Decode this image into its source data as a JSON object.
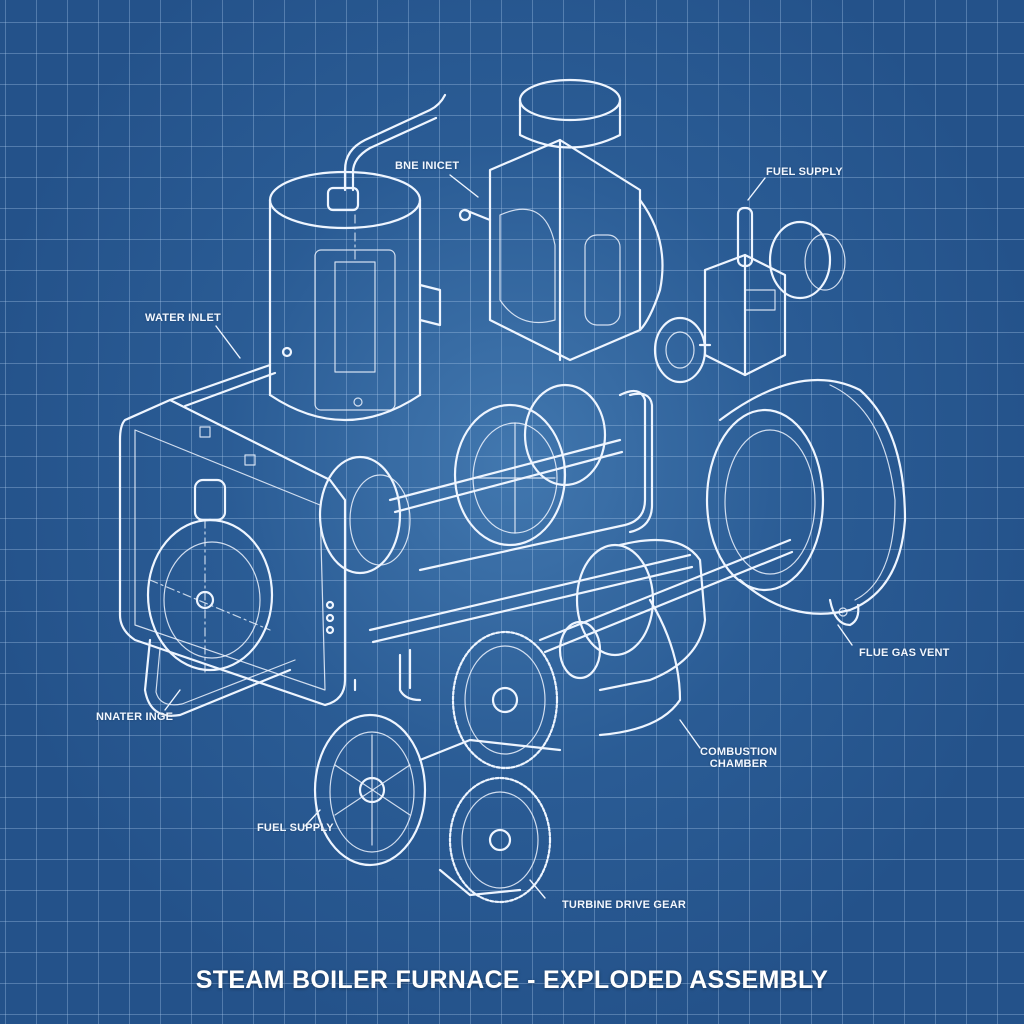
{
  "diagram": {
    "title": "STEAM BOILER FURNACE - EXPLODED ASSEMBLY",
    "colors": {
      "background": "#24528a",
      "background_center": "#3f7ab3",
      "grid": "#aac8eb",
      "linework": "#eef5ff",
      "text": "#f2f7ff"
    },
    "labels": [
      {
        "id": "bne-inlet",
        "text": "BNE INICET"
      },
      {
        "id": "fuel-supply-top",
        "text": "FUEL SUPPLY"
      },
      {
        "id": "water-inlet",
        "text": "WATER INLET"
      },
      {
        "id": "flue-gas-vent",
        "text": "FLUE GAS VENT"
      },
      {
        "id": "water-inlet-lower",
        "text": "NNATER INGE"
      },
      {
        "id": "combustion-chamber",
        "text": "COMBUSTION\nCHAMBER",
        "line1": "COMBUSTION",
        "line2": "CHAMBER"
      },
      {
        "id": "fuel-supply-bottom",
        "text": "FUEL SUPPLY"
      },
      {
        "id": "turbine-drive-gear",
        "text": "TURBINE DRIVE GEAR"
      }
    ],
    "components": [
      "cylindrical water tank with inlet pipe",
      "rectangular housing with block and cap",
      "fuel supply valve block with handwheel",
      "front furnace panel with dial",
      "shaft with spoked flywheel and flange",
      "large bell housing (flue gas vent)",
      "combustion chamber with shaft",
      "spoked wheel and turbine drive gears"
    ]
  }
}
